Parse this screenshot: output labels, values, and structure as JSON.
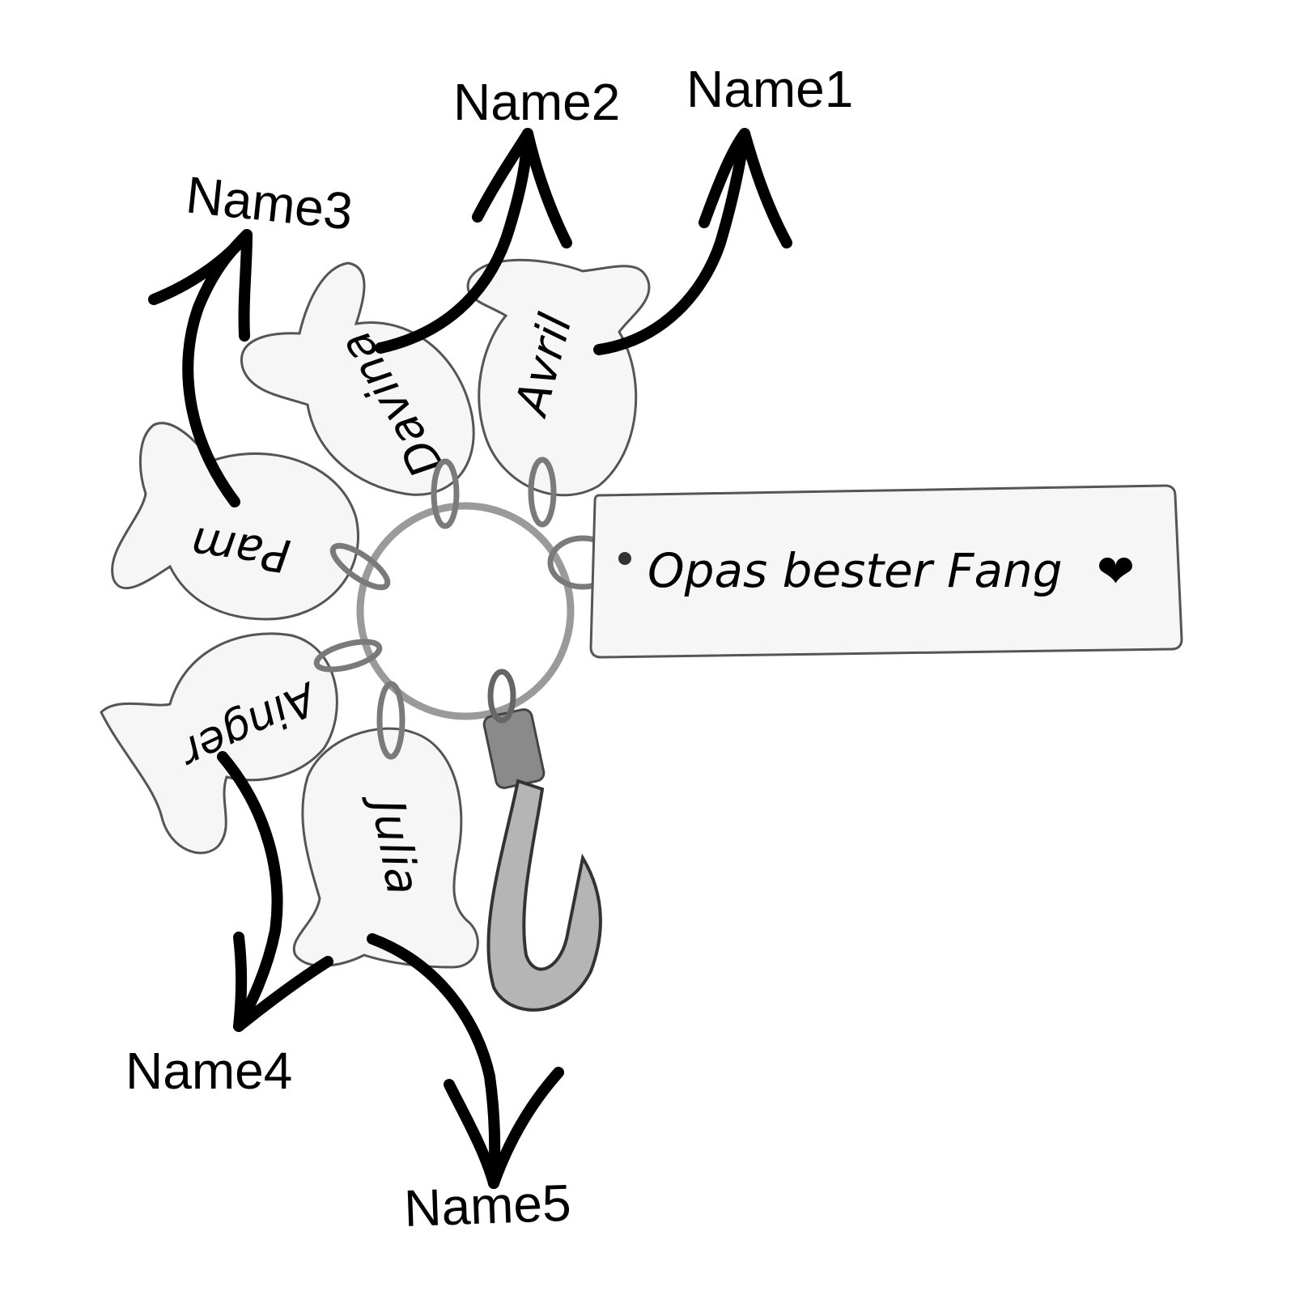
{
  "product": {
    "bar_tag": {
      "text": "Opas bester Fang",
      "icon": "heart-icon",
      "icon_glyph": "❤"
    },
    "fish_tags": [
      {
        "engraving": "Avril",
        "label": "Name1"
      },
      {
        "engraving": "Davina",
        "label": "Name2"
      },
      {
        "engraving": "Pam",
        "label": "Name3"
      },
      {
        "engraving": "Ainger",
        "label": "Name4"
      },
      {
        "engraving": "Julia",
        "label": "Name5"
      }
    ],
    "charm": "fish-hook-icon"
  },
  "colors": {
    "background": "#ffffff",
    "metal": "#f6f6f6",
    "ink": "#000000"
  }
}
